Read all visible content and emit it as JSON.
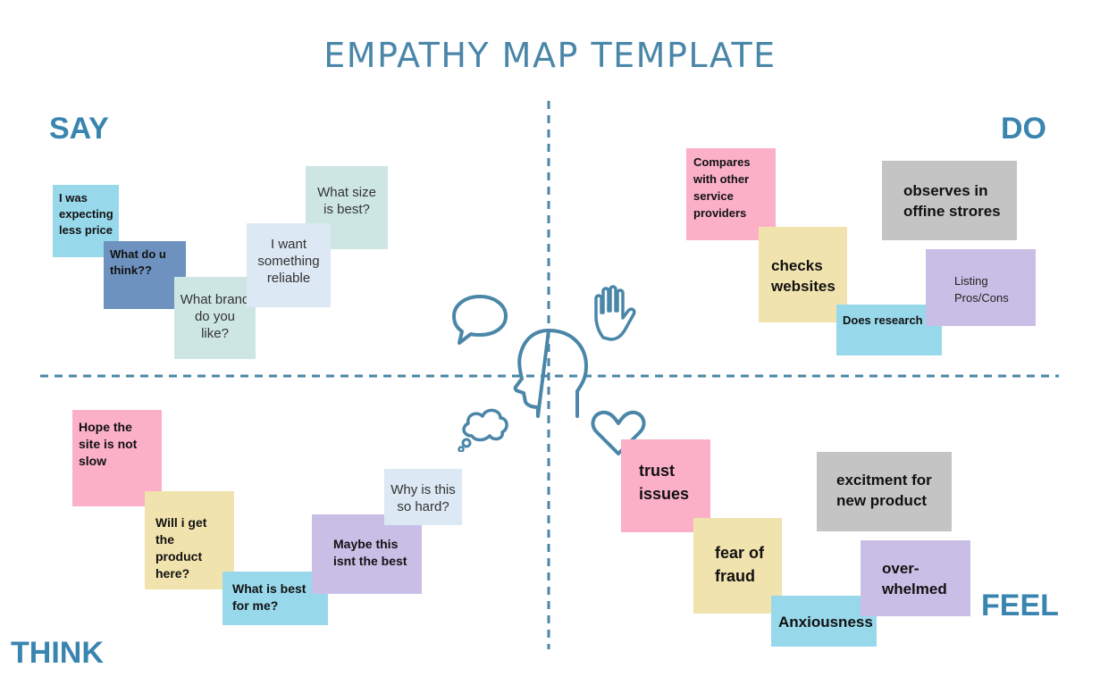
{
  "title": "EMPATHY MAP TEMPLATE",
  "quadrants": {
    "say": "SAY",
    "do": "DO",
    "think": "THINK",
    "feel": "FEEL"
  },
  "icons": [
    "speech-bubble-icon",
    "hand-icon",
    "head-icon",
    "thought-cloud-icon",
    "heart-icon"
  ],
  "colors": {
    "accent": "#3a85b0",
    "pink": "#fbb0c8",
    "cyan": "#98d8eb",
    "blue": "#6e92c0",
    "tan": "#f1e3ae",
    "grey": "#c4c4c4",
    "lavender": "#c9bfe6"
  },
  "notes": {
    "say": {
      "n1": "I was expecting less price",
      "n2": "What do u think??",
      "n3": "What brand do you like?",
      "n4": "I want something reliable",
      "n5": "What size is best?"
    },
    "do": {
      "n1": "Compares with other service providers",
      "n2": "observes in offine strores",
      "n3": "checks websites",
      "n4": "Listing Pros/Cons",
      "n5": "Does research"
    },
    "think": {
      "n1": "Hope the site is not slow",
      "n2": "Will i get the product here?",
      "n3": "What is best for me?",
      "n4": "Maybe this isnt the best",
      "n5": "Why is this so hard?"
    },
    "feel": {
      "n1": "trust issues",
      "n2": "excitment for new product",
      "n3": "fear of fraud",
      "n4": "over-whelmed",
      "n5": "Anxiousness"
    }
  }
}
